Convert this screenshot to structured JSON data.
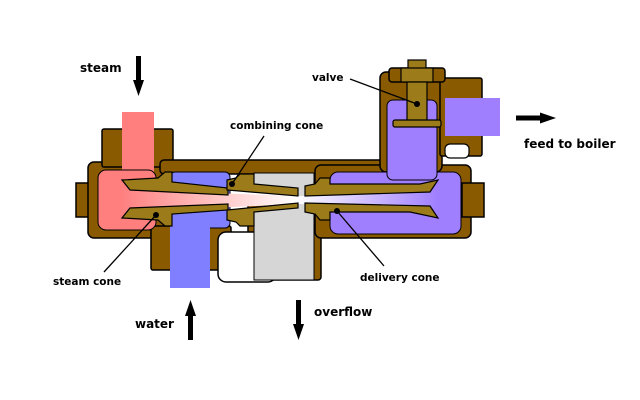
{
  "labels": {
    "steam": "steam",
    "water": "water",
    "overflow": "overflow",
    "feed_to_boiler": "feed to boiler",
    "valve": "valve",
    "combining_cone": "combining cone",
    "steam_cone": "steam cone",
    "delivery_cone": "delivery cone"
  },
  "colors": {
    "body": "#8a5a00",
    "cones": "#9b7b1a",
    "steam": "#ff7f7f",
    "water": "#7f7fff",
    "delivery": "#a07fff",
    "overflow": "#d6d6d6"
  }
}
